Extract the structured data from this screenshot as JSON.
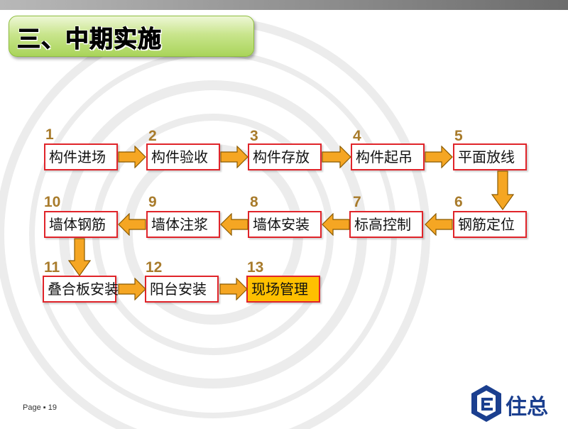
{
  "slide": {
    "title": "三、中期实施",
    "page_label": "Page",
    "page_number": "19",
    "logo_text": "住总"
  },
  "steps": [
    {
      "num": "1",
      "label": "构件进场"
    },
    {
      "num": "2",
      "label": "构件验收"
    },
    {
      "num": "3",
      "label": "构件存放"
    },
    {
      "num": "4",
      "label": "构件起吊"
    },
    {
      "num": "5",
      "label": "平面放线"
    },
    {
      "num": "6",
      "label": "钢筋定位"
    },
    {
      "num": "7",
      "label": "标高控制"
    },
    {
      "num": "8",
      "label": "墙体安装"
    },
    {
      "num": "9",
      "label": "墙体注浆"
    },
    {
      "num": "10",
      "label": "墙体钢筋"
    },
    {
      "num": "11",
      "label": "叠合板安装"
    },
    {
      "num": "12",
      "label": "阳台安装"
    },
    {
      "num": "13",
      "label": "现场管理"
    }
  ],
  "colors": {
    "box_border": "#e0242a",
    "highlight_fill": "#ffc000",
    "arrow_fill": "#f5a623",
    "number_color": "#a87b2b",
    "title_green": "#a9d45a",
    "logo_blue": "#1b3f8f"
  }
}
